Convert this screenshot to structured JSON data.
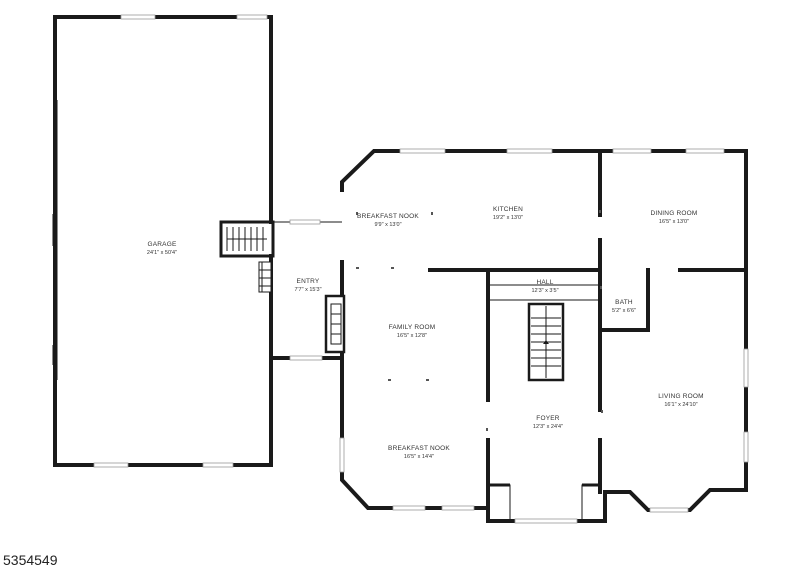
{
  "rooms": {
    "garage": {
      "name": "GARAGE",
      "dims": "24'1\" x 50'4\""
    },
    "entry": {
      "name": "ENTRY",
      "dims": "7'7\" x 15'3\""
    },
    "breakfast_nook_upper": {
      "name": "BREAKFAST NOOK",
      "dims": "9'9\" x 13'0\""
    },
    "kitchen": {
      "name": "KITCHEN",
      "dims": "19'2\" x 13'0\""
    },
    "dining_room": {
      "name": "DINING ROOM",
      "dims": "16'5\" x 13'0\""
    },
    "hall": {
      "name": "HALL",
      "dims": "12'3\" x 3'5\""
    },
    "bath": {
      "name": "BATH",
      "dims": "5'2\" x 6'6\""
    },
    "family_room": {
      "name": "FAMILY ROOM",
      "dims": "16'5\" x 12'8\""
    },
    "foyer": {
      "name": "FOYER",
      "dims": "12'3\" x 24'4\""
    },
    "living_room": {
      "name": "LIVING ROOM",
      "dims": "16'1\" x 24'10\""
    },
    "breakfast_nook_lower": {
      "name": "BREAKFAST NOOK",
      "dims": "16'5\" x 14'4\""
    }
  },
  "listing_id": "5354549"
}
